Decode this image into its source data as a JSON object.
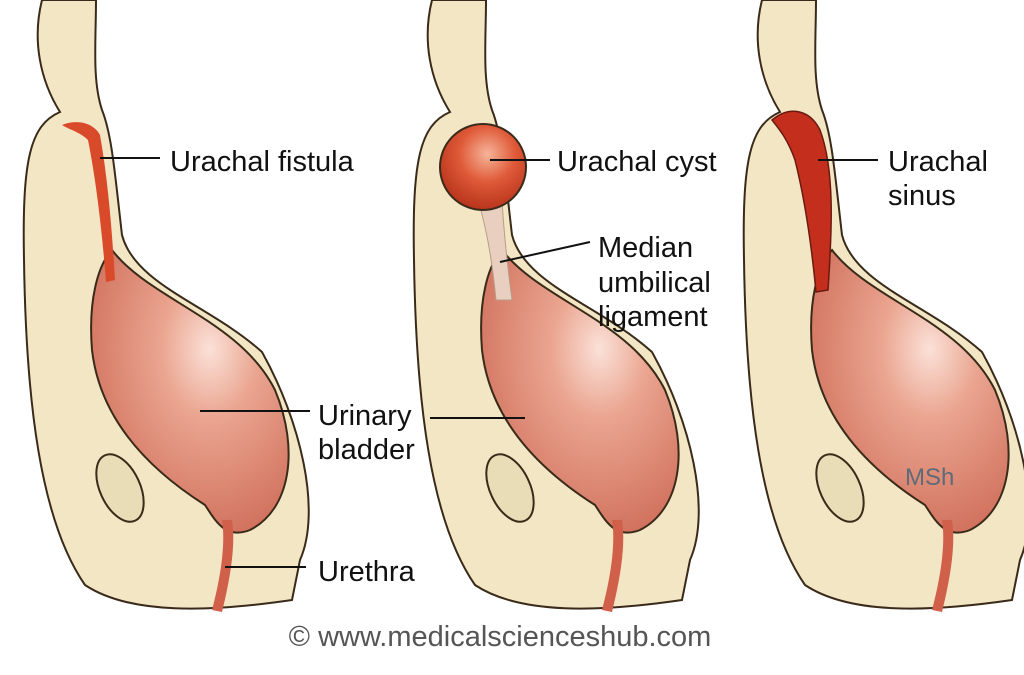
{
  "figure": {
    "panels": [
      {
        "name": "urachal-fistula",
        "labels": [
          "Urachal fistula",
          "Urinary",
          "bladder",
          "Urethra"
        ]
      },
      {
        "name": "urachal-cyst",
        "labels": [
          "Urachal cyst",
          "Median",
          "umbilical",
          "ligament"
        ]
      },
      {
        "name": "urachal-sinus",
        "labels": [
          "Urachal",
          "sinus"
        ]
      }
    ],
    "signature": "MSh",
    "footer": "© www.medicalscienceshub.com",
    "colors": {
      "tissue": "#f3e6c4",
      "bladder": "#e59a86",
      "urachus": "#d94a2a",
      "outline": "#3a2a1a",
      "signature": "#5d6b78"
    }
  }
}
